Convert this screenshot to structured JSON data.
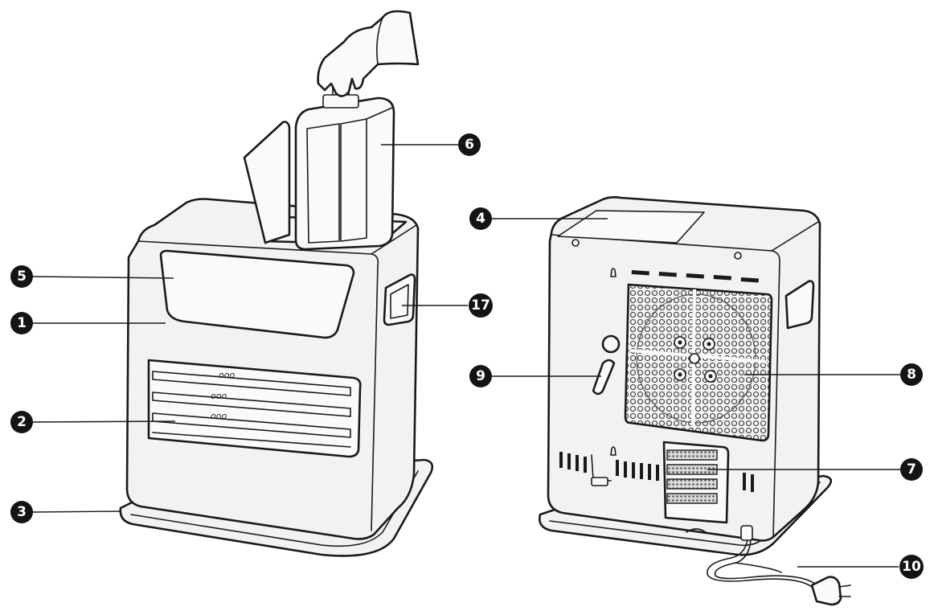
{
  "callouts": [
    {
      "id": "1",
      "label": "1"
    },
    {
      "id": "2",
      "label": "2"
    },
    {
      "id": "3",
      "label": "3"
    },
    {
      "id": "4",
      "label": "4"
    },
    {
      "id": "5",
      "label": "5"
    },
    {
      "id": "6",
      "label": "6"
    },
    {
      "id": "7",
      "label": "7"
    },
    {
      "id": "8",
      "label": "8"
    },
    {
      "id": "9",
      "label": "9"
    },
    {
      "id": "10",
      "label": "10"
    },
    {
      "id": "17",
      "label": "17"
    }
  ]
}
